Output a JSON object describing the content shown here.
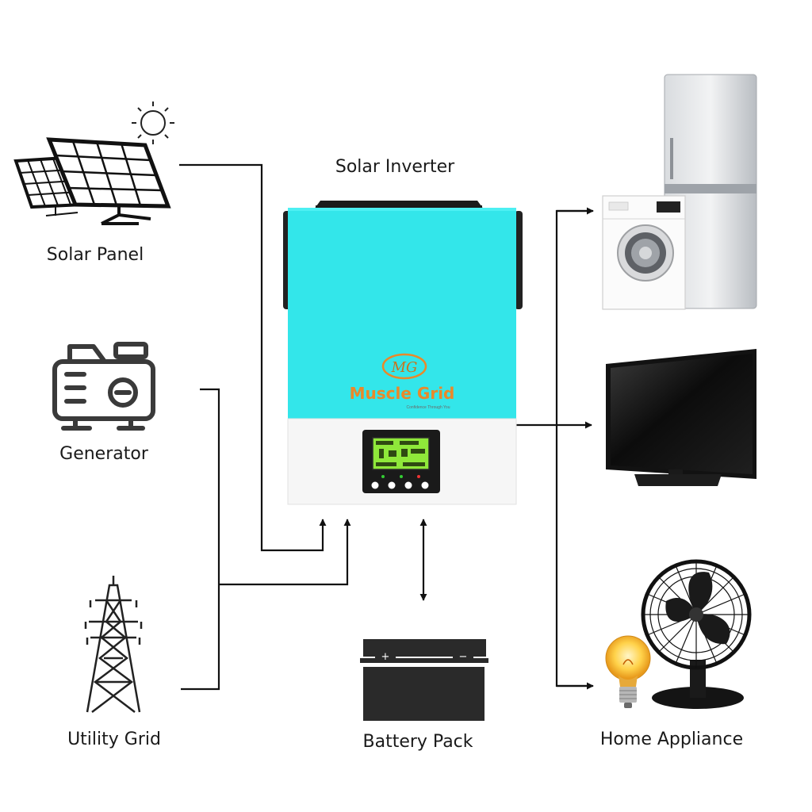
{
  "labels": {
    "solar_panel": "Solar Panel",
    "generator": "Generator",
    "utility_grid": "Utility Grid",
    "solar_inverter": "Solar Inverter",
    "battery_pack": "Battery Pack",
    "home_appliance": "Home Appliance"
  },
  "inverter": {
    "brand": "Muscle Grid",
    "logo_letters": "MG",
    "tagline": "Confidence Through You"
  },
  "battery": {
    "plus": "+",
    "minus": "−"
  },
  "colors": {
    "inverter_body": "#33e6ea",
    "inverter_front": "#f7f7f7",
    "lcd": "#8fe83a",
    "lines": "#111111",
    "brand_orange": "#e9892a"
  }
}
